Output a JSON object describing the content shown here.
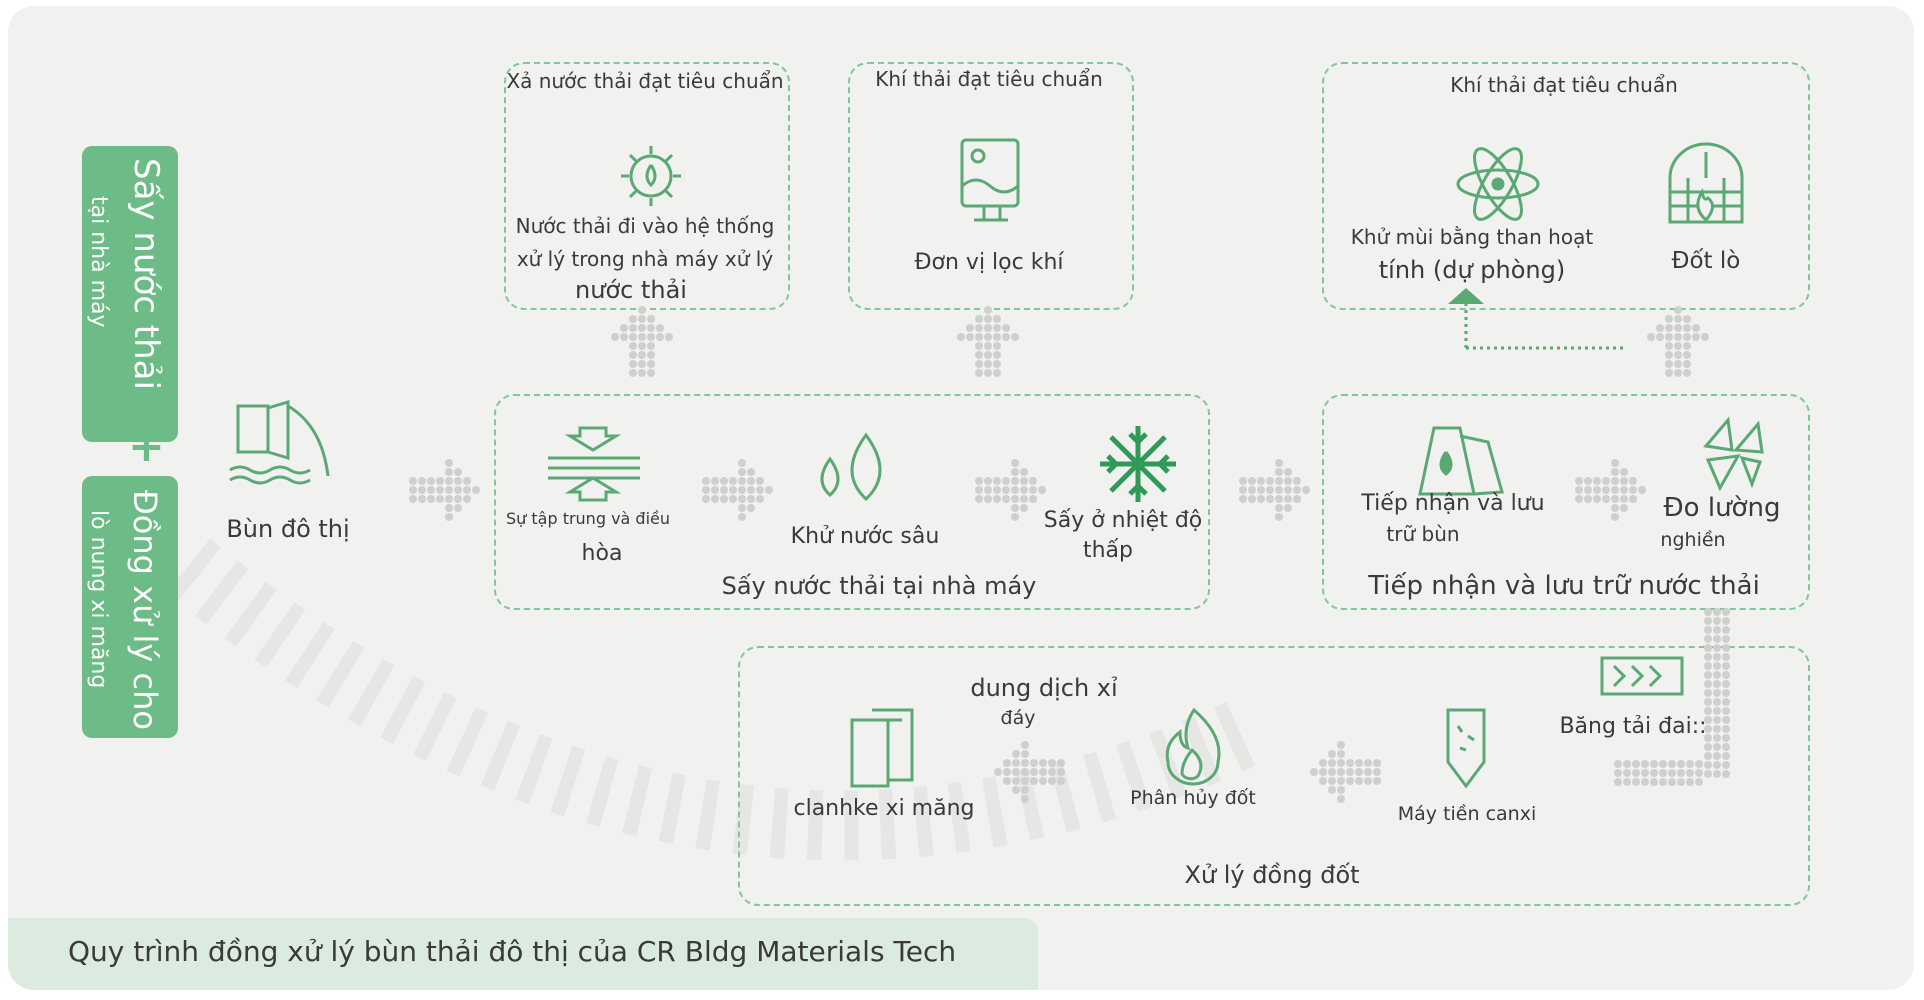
{
  "side_panel": {
    "top_title": "Sấy nước thải",
    "top_subtitle": "tại nhà máy",
    "plus": "+",
    "bottom_title": "Đồng xử lý cho",
    "bottom_subtitle": "lò nung xi măng"
  },
  "start": {
    "label": "Bùn đô thị",
    "icon": "sludge-pipe-icon"
  },
  "output_wastewater": {
    "title": "Xả nước thải đạt tiêu chuẩn",
    "line1": "Nước thải đi vào hệ thống",
    "line2": "xử lý trong nhà máy xử lý",
    "line3": "nước thải",
    "icon": "water-gear-icon"
  },
  "output_gas": {
    "title": "Khí thải đạt tiêu chuẩn",
    "label": "Đơn vị lọc khí",
    "icon": "air-filter-icon"
  },
  "output_gas2": {
    "title": "Khí thải đạt tiêu chuẩn",
    "deodorize_line1": "Khử mùi bằng than hoạt",
    "deodorize_line2": "tính (dự phòng)",
    "furnace_label": "Đốt lò",
    "icons": [
      "atom-icon",
      "furnace-icon"
    ]
  },
  "drying": {
    "title": "Sấy nước thải tại nhà máy",
    "step1_line1": "Sự tập trung và điều",
    "step1_line2": "hòa",
    "step2": "Khử nước sâu",
    "step3_line1": "Sấy ở nhiệt độ",
    "step3_line2": "thấp",
    "icons": [
      "press-icon",
      "water-drops-icon",
      "snowflake-icon"
    ]
  },
  "storage": {
    "title": "Tiếp nhận và lưu trữ nước thải",
    "step1_line1": "Tiếp nhận và lưu",
    "step1_line2": "trữ bùn",
    "step2_line1": "Đo lường",
    "step2_line2": "nghiền",
    "icons": [
      "silo-icon",
      "crusher-icon"
    ]
  },
  "coprocess": {
    "title": "Xử lý đồng đốt",
    "clinker": "clanhke xi măng",
    "liquid_line1": "dung dịch xỉ",
    "liquid_line2": "đáy",
    "decompose": "Phân hủy đốt",
    "precalciner": "Máy tiền canxi",
    "conveyor": "Băng tải đai::",
    "icons": [
      "clinker-icon",
      "flame-icon",
      "precalciner-icon",
      "conveyor-icon"
    ]
  },
  "footer": {
    "caption": "Quy trình đồng xử lý bùn thải đô thị của CR Bldg Materials Tech"
  },
  "colors": {
    "accent": "#6dbb86",
    "dash": "#7fc79a",
    "dot": "#cfcfcf",
    "icon": "#5aa873"
  }
}
